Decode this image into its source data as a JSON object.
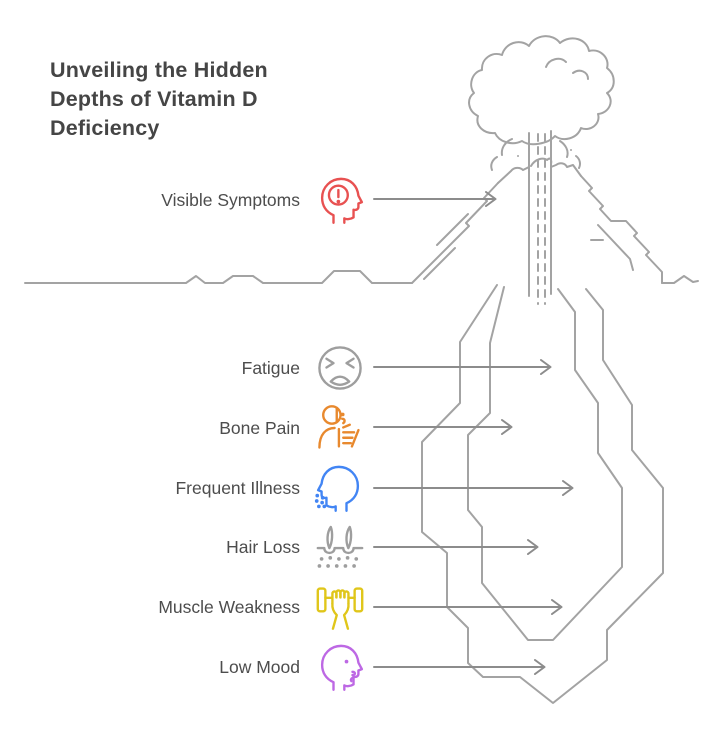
{
  "title": "Unveiling the Hidden Depths of Vitamin D Deficiency",
  "rows": [
    {
      "label": "Visible Symptoms",
      "icon": "alert-head-icon",
      "color": "#e85151"
    },
    {
      "label": "Fatigue",
      "icon": "weary-face-icon",
      "color": "#9e9e9e"
    },
    {
      "label": "Bone Pain",
      "icon": "skeleton-xray-icon",
      "color": "#e8892e"
    },
    {
      "label": "Frequent Illness",
      "icon": "sneezing-head-icon",
      "color": "#4285f4"
    },
    {
      "label": "Hair Loss",
      "icon": "hair-follicle-icon",
      "color": "#9e9e9e"
    },
    {
      "label": "Muscle Weakness",
      "icon": "dumbbell-hand-icon",
      "color": "#e0c61a"
    },
    {
      "label": "Low Mood",
      "icon": "sad-head-icon",
      "color": "#bd68e4"
    }
  ],
  "colors": {
    "line_art": "#a3a3a3",
    "arrow": "#8c8c8c",
    "title_text": "#454545",
    "label_text": "#4d4d4d",
    "background": "#ffffff"
  }
}
